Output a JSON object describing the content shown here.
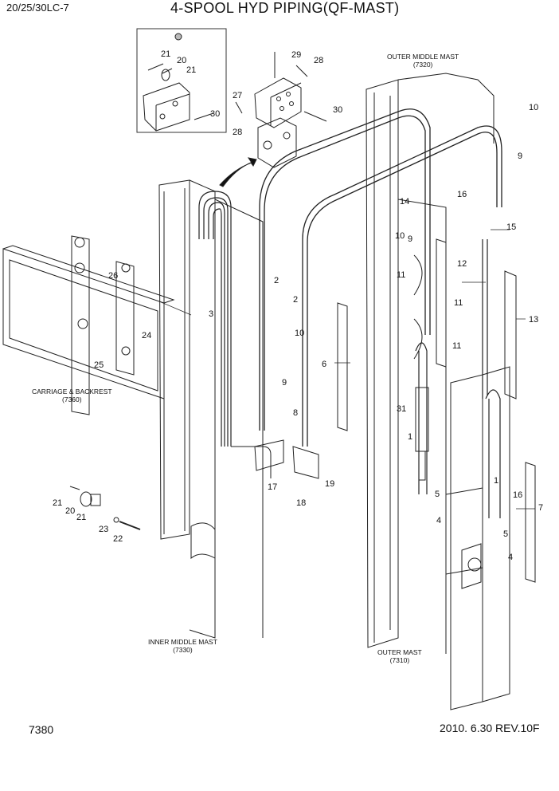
{
  "header": {
    "model": "20/25/30LC-7",
    "title": "4-SPOOL HYD PIPING(QF-MAST)"
  },
  "footer": {
    "page_number": "7380",
    "revision": "2010. 6.30  REV.10F"
  },
  "captions": {
    "outer_middle": [
      "OUTER MIDDLE MAST",
      "(7320)"
    ],
    "carriage": [
      "CARRIAGE & BACKREST",
      "(7360)"
    ],
    "inner_middle": [
      "INNER MIDDLE MAST",
      "(7330)"
    ],
    "outer": [
      "OUTER MAST",
      "(7310)"
    ]
  },
  "callouts": [
    "1",
    "1",
    "2",
    "2",
    "3",
    "4",
    "4",
    "5",
    "5",
    "6",
    "7",
    "8",
    "9",
    "9",
    "9",
    "10",
    "10",
    "10",
    "11",
    "11",
    "11",
    "12",
    "13",
    "14",
    "15",
    "16",
    "16",
    "17",
    "18",
    "19",
    "20",
    "20",
    "21",
    "21",
    "21",
    "21",
    "22",
    "23",
    "24",
    "25",
    "26",
    "27",
    "28",
    "28",
    "29",
    "30",
    "30",
    "31"
  ]
}
